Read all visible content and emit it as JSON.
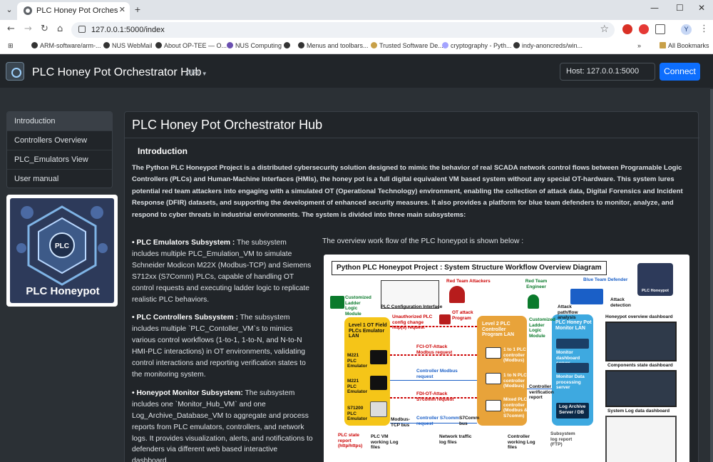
{
  "browser": {
    "tab_title": "PLC Honey Pot Orchestrator Hub",
    "url": "127.0.0.1:5000/index",
    "bookmarks": [
      "ARM-software/arm-...",
      "NUS WebMail",
      "About OP-TEE — O...",
      "NUS Computing",
      "Menus and toolbars...",
      "Trusted Software De...",
      "cryptography - Pyth...",
      "indy-anoncreds/win..."
    ],
    "all_bookmarks": "All Bookmarks",
    "profile_initial": "Y"
  },
  "navbar": {
    "brand": "PLC Honey Pot Orchestrator Hub",
    "api_menu": "API",
    "host_value": "Host: 127.0.0.1:5000",
    "connect_label": "Connect"
  },
  "sidebar": {
    "items": [
      {
        "label": "Introduction",
        "active": true
      },
      {
        "label": "Controllers Overview",
        "active": false
      },
      {
        "label": "PLC_Emulators View",
        "active": false
      },
      {
        "label": "User manual",
        "active": false
      }
    ],
    "logo_text": "PLC Honeypot"
  },
  "main": {
    "title": "PLC Honey Pot Orchestrator Hub",
    "section_title": "Introduction",
    "intro": "The Python PLC Honeypot Project is a distributed cybersecurity solution designed to mimic the behavior of real SCADA network control flows between Programable Logic Controllers (PLCs) and Human-Machine Interfaces (HMIs), the honey pot is a full digital equivalent VM based system without any special OT-hardware. This system lures potential red team attackers into engaging with a simulated OT (Operational Technology) environment, enabling the collection of attack data, Digital Forensics and Incident Response (DFIR) datasets, and supporting the development of enhanced security measures. It also provides a platform for blue team defenders to monitor, analyze, and respond to cyber threats in industrial environments. The system is divided into three main subsystems:",
    "subsystems": [
      {
        "name": "• PLC Emulators Subsystem :",
        "text": " The subsystem includes multiple PLC_Emulation_VM to simulate Schneider Modicon M22X (Modbus-TCP) and Siemens S712xx (S7Comm) PLCs, capable of handling OT control requests and executing ladder logic to replicate realistic PLC behaviors."
      },
      {
        "name": "• PLC Controllers Subsystem :",
        "text": " The subsystem includes multiple `PLC_Contoller_VM`s to mimics various control workflows (1-to-1, 1-to-N, and N-to-N HMI-PLC interactions) in OT environments, validating control interactions and reporting verification states to the monitoring system."
      },
      {
        "name": "• Honeypot Monitor Subsystem:",
        "text": " The subsystem includes one `Monitor_Hub_VM` and one Log_Archive_Database_VM to aggregate and process reports from PLC emulators, controllers, and network logs. It provides visualization, alerts, and notifications to defenders via different web based interactive dashboard."
      }
    ],
    "overview_label": "The overview work flow of the PLC honeypot is shown below :"
  },
  "diagram": {
    "title": "Python PLC Honeypot Project : System Structure Workflow Overview Diagram",
    "labels": {
      "red_team_attackers": "Red Team Attackers",
      "red_team_engineer": "Red Team Engineer",
      "blue_team_defender": "Blue Team Defender",
      "ladder_logic": "Customized Ladder Logic Module",
      "config_interface": "PLC Configuration Interface",
      "unauth_change": "Unauthorized PLC config change http(s) request",
      "ot_attack_program": "OT attack Program",
      "level1": "Level 1 OT Field PLCs Emulator LAN",
      "level2": "Level 2 PLC Controller Program LAN",
      "level3": "PLC Honey Pot Monitor LAN",
      "m221_a": "M221 PLC Emulator",
      "m221_b": "M221 PLC Emulator",
      "s71200": "S71200 PLC Emulator",
      "fci_modbus": "FCI-OT-Attack Modbus request",
      "ctrl_modbus": "Controller Modbus request",
      "fdi_s7": "FDI-OT-Attack S7comm request",
      "ctrl_s7": "Controller S7comm request",
      "modbus_bus": "Modbus-TCP bus",
      "s7_bus": "S7Comm bus",
      "ctrl_1to1": "1 to 1 PLC controller (Modbus)",
      "ctrl_1toN": "1 to N PLC controller (Modbus)",
      "ctrl_mixed": "Mixed PLC controller (Modbus & S7comm)",
      "ctrl_verif": "Controller verification report",
      "monitor_board": "Monitor dashboard server",
      "monitor_data": "Monitor Data processing server",
      "log_archive": "Log Archive Server / DB",
      "attack_path": "Attack path/flow analysis",
      "attack_detect": "Attack detection",
      "overview_dash": "Honeypot overview dashboard",
      "components_dash": "Components state dashboard",
      "syslog_dash": "System Log data dashboard",
      "plc_state": "PLC state report (http/https)",
      "plc_vm_logs": "PLC VM working Log files",
      "net_traffic": "Network traffic log files",
      "ctrl_logs": "Controller working Log files",
      "subsys_logs": "Subsystem log report (FTP)",
      "logo_word": "PLC Honeypot"
    },
    "colors": {
      "level1": "#f5c518",
      "level2": "#e8a33a",
      "level3": "#3ea9e0"
    }
  }
}
